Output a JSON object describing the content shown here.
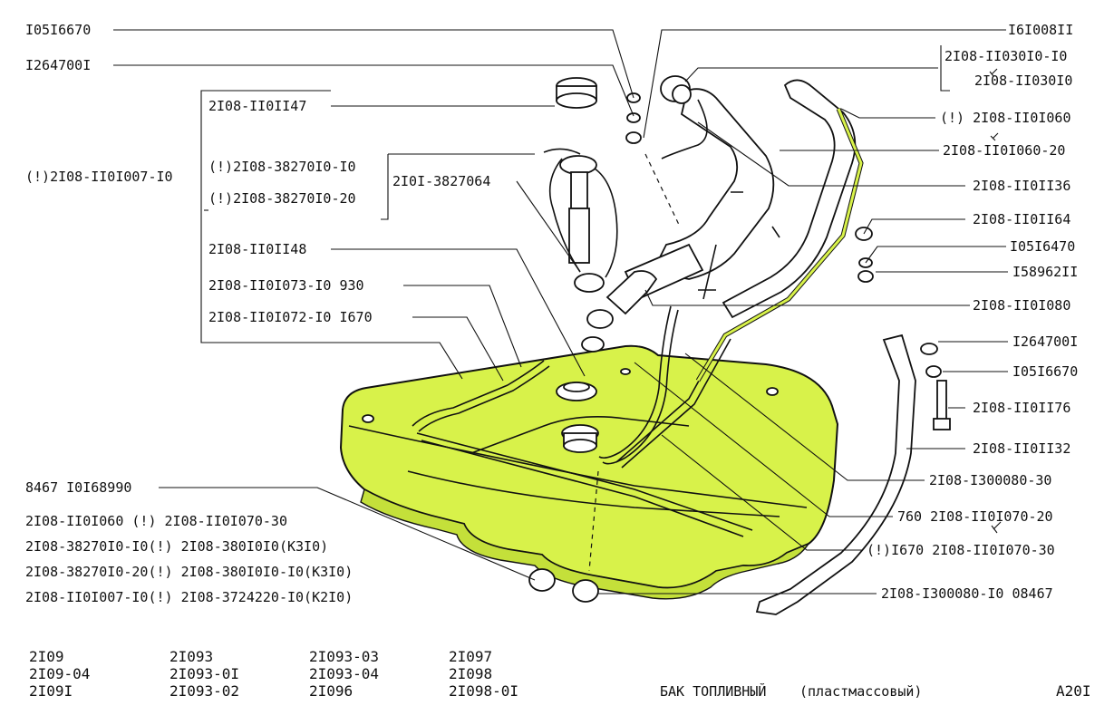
{
  "labels": {
    "l_10516670_top": "I05I6670",
    "l_12647001_top": "I264700I",
    "l_2108_1101147": "2I08-II0II47",
    "l_2108_1101007_10": "(!)2I08-II0I007-I0",
    "l_382701010": "(!)2I08-38270I0-I0",
    "l_382701020": "(!)2I08-38270I0-20",
    "l_2101_3827064": "2I0I-3827064",
    "l_2108_1101148": "2I08-II0II48",
    "l_2108_1101073": "2I08-II0I073-I0 930",
    "l_2108_1101072": "2I08-II0I072-I0 I670",
    "l_16100811": "I6I008II",
    "l_2108_1103010_10": "2I08-II030I0-I0",
    "l_2108_1103010": "2I08-II030I0",
    "l_2108_1101060": "(!) 2I08-II0I060",
    "l_2108_1101060_20": "2I08-II0I060-20",
    "l_2108_1101136": "2I08-II0II36",
    "l_2108_1101164": "2I08-II0II64",
    "l_10516470": "I05I6470",
    "l_15896211": "I58962II",
    "l_2108_1101080": "2I08-II0I080",
    "l_12647001_right": "I264700I",
    "l_10516670_right": "I05I6670",
    "l_2108_1101176": "2I08-II0II76",
    "l_2108_1101132": "2I08-II0II32",
    "l_2108_1300080_30": "2I08-I300080-30",
    "l_760_1101070_20": "760 2I08-II0I070-20",
    "l_1670_1101070_30": "(!)I670 2I08-II0I070-30",
    "l_1300080_10": "2I08-I300080-I0 08467",
    "l_8467": "8467 I0I68990"
  },
  "notes": [
    "2I08-II0I060    (!) 2I08-II0I070-30",
    "2I08-38270I0-I0(!) 2I08-380I0I0(К3I0)",
    "2I08-38270I0-20(!) 2I08-380I0I0-I0(К3I0)",
    "2I08-II0I007-I0(!) 2I08-3724220-I0(К2I0)"
  ],
  "models": [
    [
      "2I09",
      "2I09-04",
      "2I09I"
    ],
    [
      "2I093",
      "2I093-0I",
      "2I093-02"
    ],
    [
      "2I093-03",
      "2I093-04",
      "2I096"
    ],
    [
      "2I097",
      "2I098",
      "2I098-0I"
    ]
  ],
  "title": "БАК ТОПЛИВНЫЙ",
  "title_sub": "(пластмассовый)",
  "sheet": "A20I",
  "colors": {
    "tank_fill": "#d8f24a",
    "line": "#111111"
  }
}
